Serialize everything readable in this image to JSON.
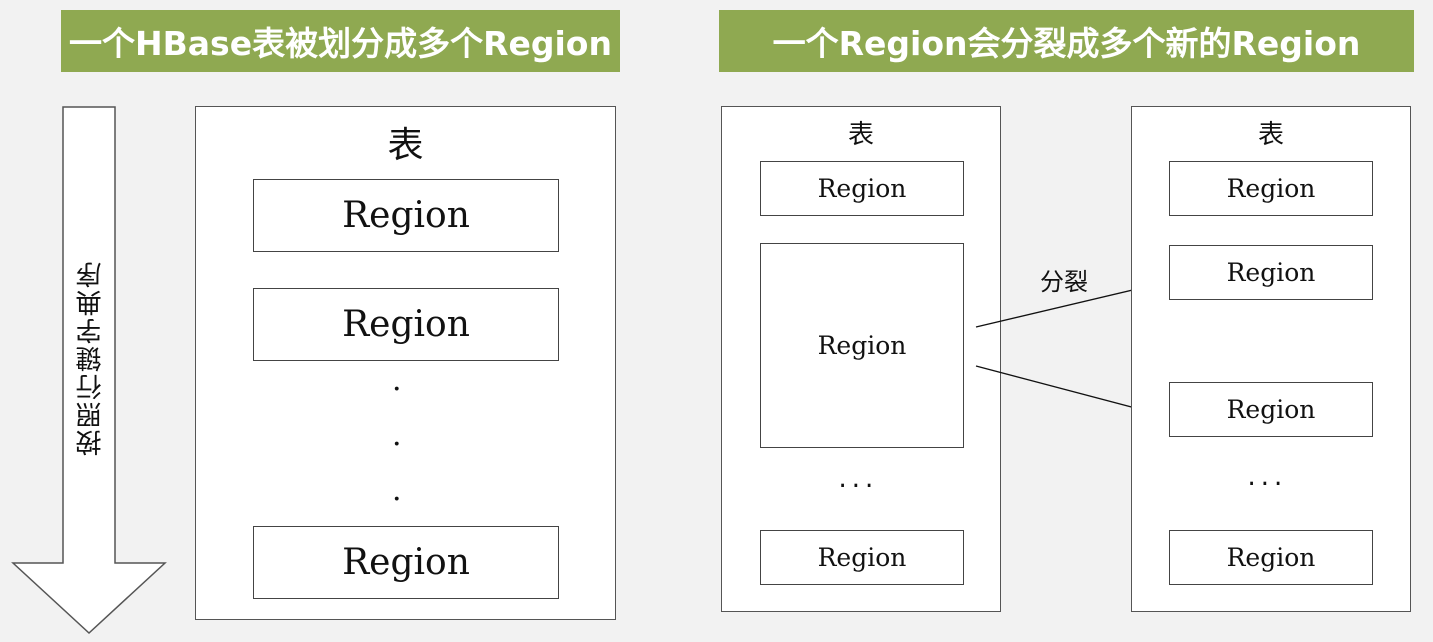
{
  "left": {
    "banner": "一个HBase表被划分成多个Region",
    "arrow_label": "按照行键字典序",
    "table_title": "表",
    "regions": [
      "Region",
      "Region",
      "Region"
    ],
    "ellipsis": "·"
  },
  "right": {
    "banner": "一个Region会分裂成多个新的Region",
    "before_table": {
      "title": "表",
      "regions": [
        "Region",
        "Region",
        "Region"
      ],
      "ellipsis": "..."
    },
    "after_table": {
      "title": "表",
      "regions": [
        "Region",
        "Region",
        "Region",
        "Region"
      ],
      "ellipsis": "..."
    },
    "split_label": "分裂"
  },
  "colors": {
    "banner_bg": "#8fa951",
    "banner_text": "#ffffff",
    "background": "#f2f2f2"
  }
}
